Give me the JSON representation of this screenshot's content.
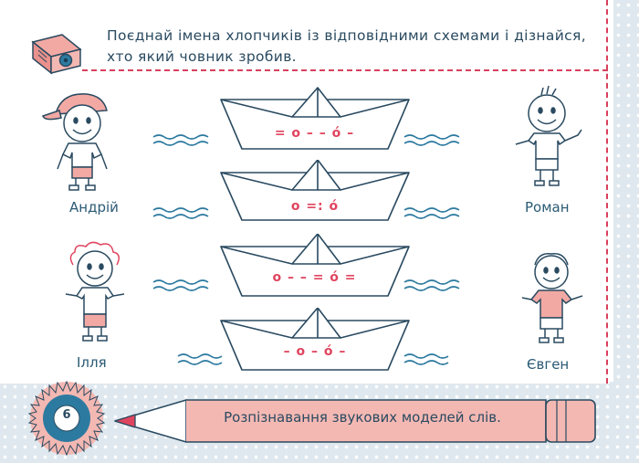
{
  "instruction": "Поєднай імена хлопчиків із відповідними схемами і дізнайся, хто який човник зробив.",
  "names": {
    "andrii": "Андрій",
    "illia": "Ілля",
    "roman": "Роман",
    "yevhen": "Євген"
  },
  "schemes": [
    "= o – – ó –",
    "o =: ó",
    "o – – = ó =",
    "– o – ó –"
  ],
  "footer": {
    "page_number": "6",
    "topic": "Розпізнавання звукових моделей слів."
  },
  "colors": {
    "accent_red": "#d8405c",
    "text_blue": "#2a4a60",
    "line_blue": "#2d7aa0"
  }
}
